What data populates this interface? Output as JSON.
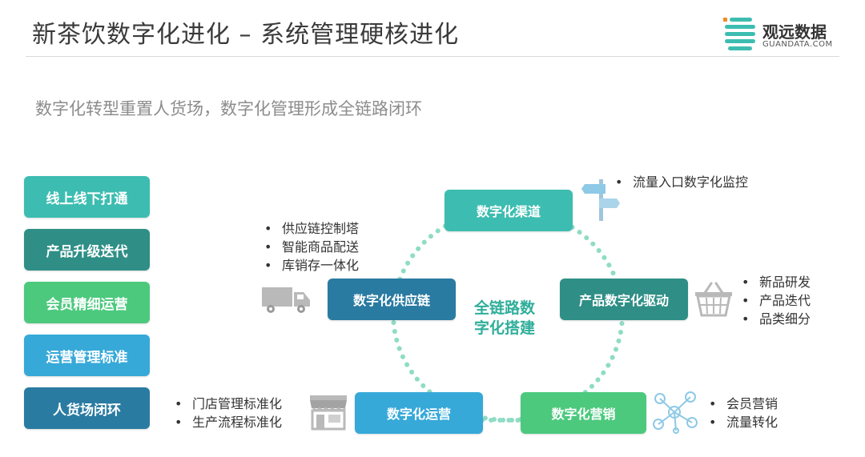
{
  "header": {
    "title": "新茶饮数字化进化 – 系统管理硬核进化",
    "logo_name": "观远数据",
    "logo_sub": "GUANDATA.COM"
  },
  "subtitle": "数字化转型重置人货场，数字化管理形成全链路闭环",
  "left_buttons": [
    {
      "label": "线上线下打通",
      "color": "#3dbdb1"
    },
    {
      "label": "产品升级迭代",
      "color": "#2f8f86"
    },
    {
      "label": "会员精细运营",
      "color": "#4cc97d"
    },
    {
      "label": "运营管理标准",
      "color": "#36a9d9"
    },
    {
      "label": "人货场闭环",
      "color": "#2a7ba1"
    }
  ],
  "center_label": {
    "line1": "全链路数",
    "line2": "字化搭建"
  },
  "nodes": {
    "channel": {
      "label": "数字化渠道",
      "color": "#3dbdb1"
    },
    "supply": {
      "label": "数字化供应链",
      "color": "#2a7ba1"
    },
    "product": {
      "label": "产品数字化驱动",
      "color": "#2f8f86"
    },
    "operation": {
      "label": "数字化运营",
      "color": "#36a9d9"
    },
    "marketing": {
      "label": "数字化营销",
      "color": "#4cc97d"
    }
  },
  "bullets": {
    "channel": [
      "流量入口数字化监控"
    ],
    "supply": [
      "供应链控制塔",
      "智能商品配送",
      "库销存一体化"
    ],
    "product": [
      "新品研发",
      "产品迭代",
      "品类细分"
    ],
    "operation": [
      "门店管理标准化",
      "生产流程标准化"
    ],
    "marketing": [
      "会员营销",
      "流量转化"
    ]
  },
  "colors": {
    "dots": "#8fdcc5",
    "icon_gray": "#b9b9b9",
    "icon_blue": "#8ec9e6"
  },
  "icons": [
    "signpost-icon",
    "truck-icon",
    "basket-icon",
    "storefront-icon",
    "network-icon"
  ]
}
